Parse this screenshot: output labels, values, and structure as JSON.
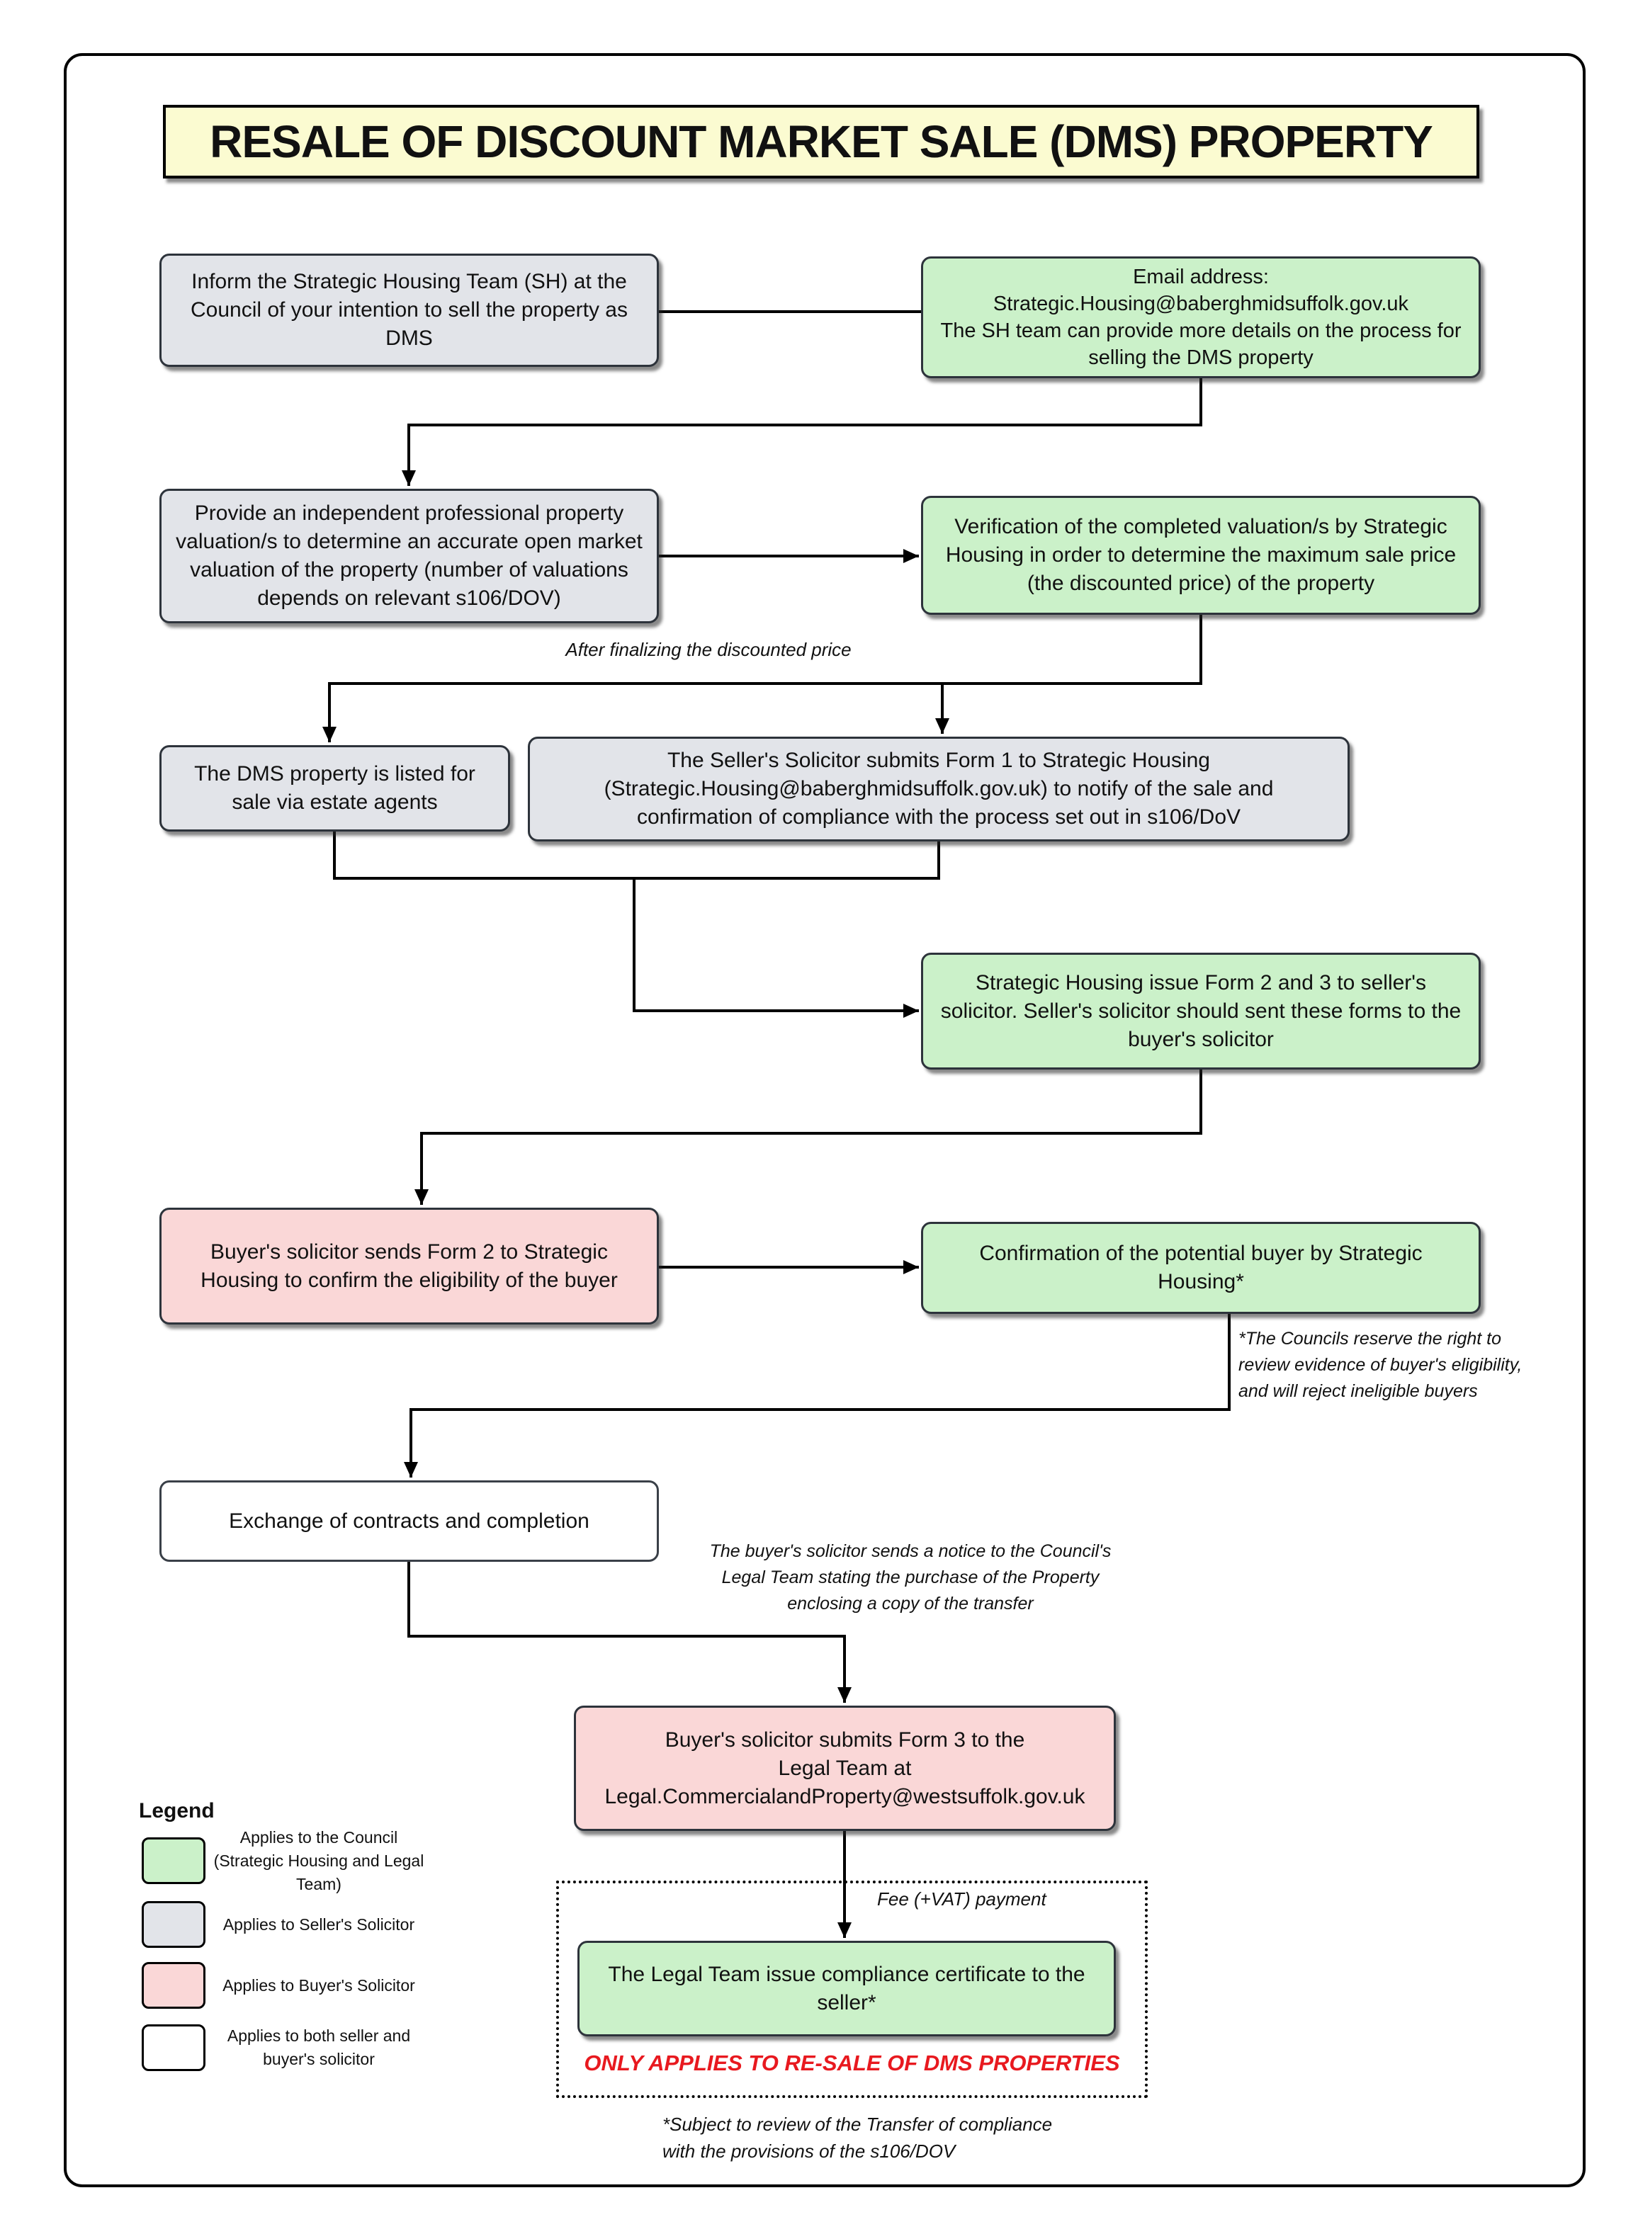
{
  "title": "RESALE OF DISCOUNT MARKET SALE (DMS) PROPERTY",
  "flow": {
    "inform": "Inform the Strategic Housing Team (SH) at the Council of your intention to sell the property as DMS",
    "email": "Email address:\nStrategic.Housing@baberghmidsuffolk.gov.uk\nThe SH team can provide more details on the process for selling the DMS property",
    "provide_valuation": "Provide an independent professional property valuation/s to determine an accurate open market valuation of the property (number of valuations depends on relevant s106/DOV)",
    "verification": "Verification of the completed valuation/s by Strategic Housing in order to determine the maximum sale price (the discounted price) of the property",
    "dms_listed": "The DMS property is listed for sale via estate agents",
    "form1": "The Seller's Solicitor submits Form 1 to Strategic Housing (Strategic.Housing@baberghmidsuffolk.gov.uk) to notify of the sale and confirmation of compliance with the process set out in s106/DoV",
    "form23": "Strategic Housing issue Form 2 and 3 to seller's solicitor. Seller's solicitor should sent these forms to the buyer's solicitor",
    "buyer_form2": "Buyer's solicitor sends Form 2 to Strategic Housing to confirm the eligibility of the buyer",
    "confirmation": "Confirmation of the potential buyer by Strategic Housing*",
    "exchange": "Exchange of contracts and completion",
    "form3": "Buyer's solicitor submits Form 3 to the\nLegal Team at\nLegal.CommercialandProperty@westsuffolk.gov.uk",
    "compliance": "The Legal Team issue compliance certificate to the seller*"
  },
  "annotations": {
    "after_finalizing": "After finalizing the discounted price",
    "councils_note": "*The Councils reserve the right to\nreview evidence of buyer's eligibility,\nand will reject ineligible buyers",
    "buyers_notice": "The buyer's solicitor sends a notice to the Council's\nLegal Team stating the purchase of the Property\nenclosing a copy of the transfer",
    "fee_label": "Fee (+VAT) payment",
    "red_warning": "ONLY APPLIES TO RE-SALE OF DMS PROPERTIES",
    "subject_note": "*Subject to review of the Transfer of compliance\nwith the provisions of the s106/DOV"
  },
  "legend": {
    "heading": "Legend",
    "items": [
      {
        "label": "Applies to the Council (Strategic Housing and Legal Team)",
        "color": "#cbf1c9"
      },
      {
        "label": "Applies to Seller's Solicitor",
        "color": "#e2e4e9"
      },
      {
        "label": "Applies to Buyer's Solicitor",
        "color": "#fad7d7"
      },
      {
        "label": "Applies to both seller and buyer's solicitor",
        "color": "#ffffff"
      }
    ]
  },
  "colors": {
    "title_yellow": "#fbfbd1",
    "council_green": "#cbf1c9",
    "seller_grey": "#e2e4e9",
    "buyer_pink": "#fad7d7",
    "both_white": "#ffffff",
    "warning_red": "#e8191f",
    "line_black": "#000000"
  }
}
